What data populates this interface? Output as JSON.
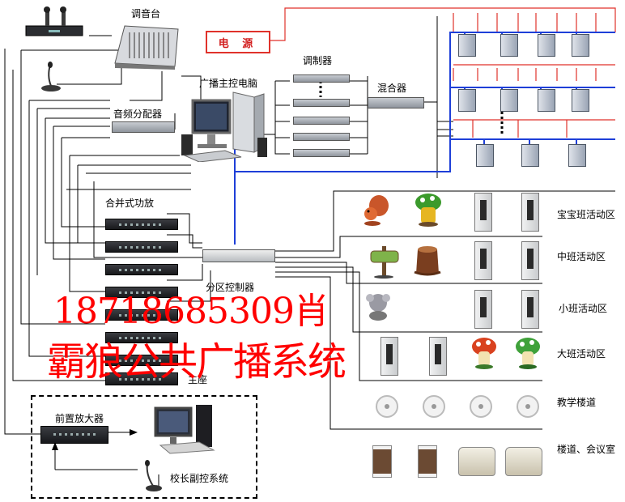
{
  "labels": {
    "mixer": "调音台",
    "power": "电  源",
    "modulator": "调制器",
    "host_pc": "广播主控电脑",
    "mixer_unit": "混合器",
    "audio_splitter": "音频分配器",
    "combined_amp": "合并式功放",
    "zone_controller": "分区控制器",
    "preamp": "前置放大器",
    "principal_system": "校长副控系统",
    "host": "主座"
  },
  "zones": [
    {
      "name": "宝宝班活动区"
    },
    {
      "name": "中班活动区"
    },
    {
      "name": "小班活动区"
    },
    {
      "name": "大班活动区"
    },
    {
      "name": "教学楼道"
    },
    {
      "name": "楼道、会议室"
    }
  ],
  "overlay": {
    "phone": "18718685309肖",
    "name": "霸狼公共广播系统"
  },
  "colors": {
    "power_wire": "#e0322b",
    "signal_wire": "#1e3fd8",
    "overlay_text": "#ff0000",
    "wire": "#000000"
  },
  "icons": {
    "wireless_receiver": "wireless-mic-receiver-icon",
    "mixer": "mixing-console-icon",
    "gooseneck_mic": "gooseneck-microphone-icon",
    "computer": "desktop-computer-icon",
    "squirrel_speaker": "squirrel-speaker-icon",
    "mushroom_speaker": "mushroom-speaker-icon",
    "column_speaker": "column-speaker-icon",
    "ceiling_speaker": "ceiling-speaker-icon",
    "horn_speaker": "horn-speaker-icon"
  }
}
